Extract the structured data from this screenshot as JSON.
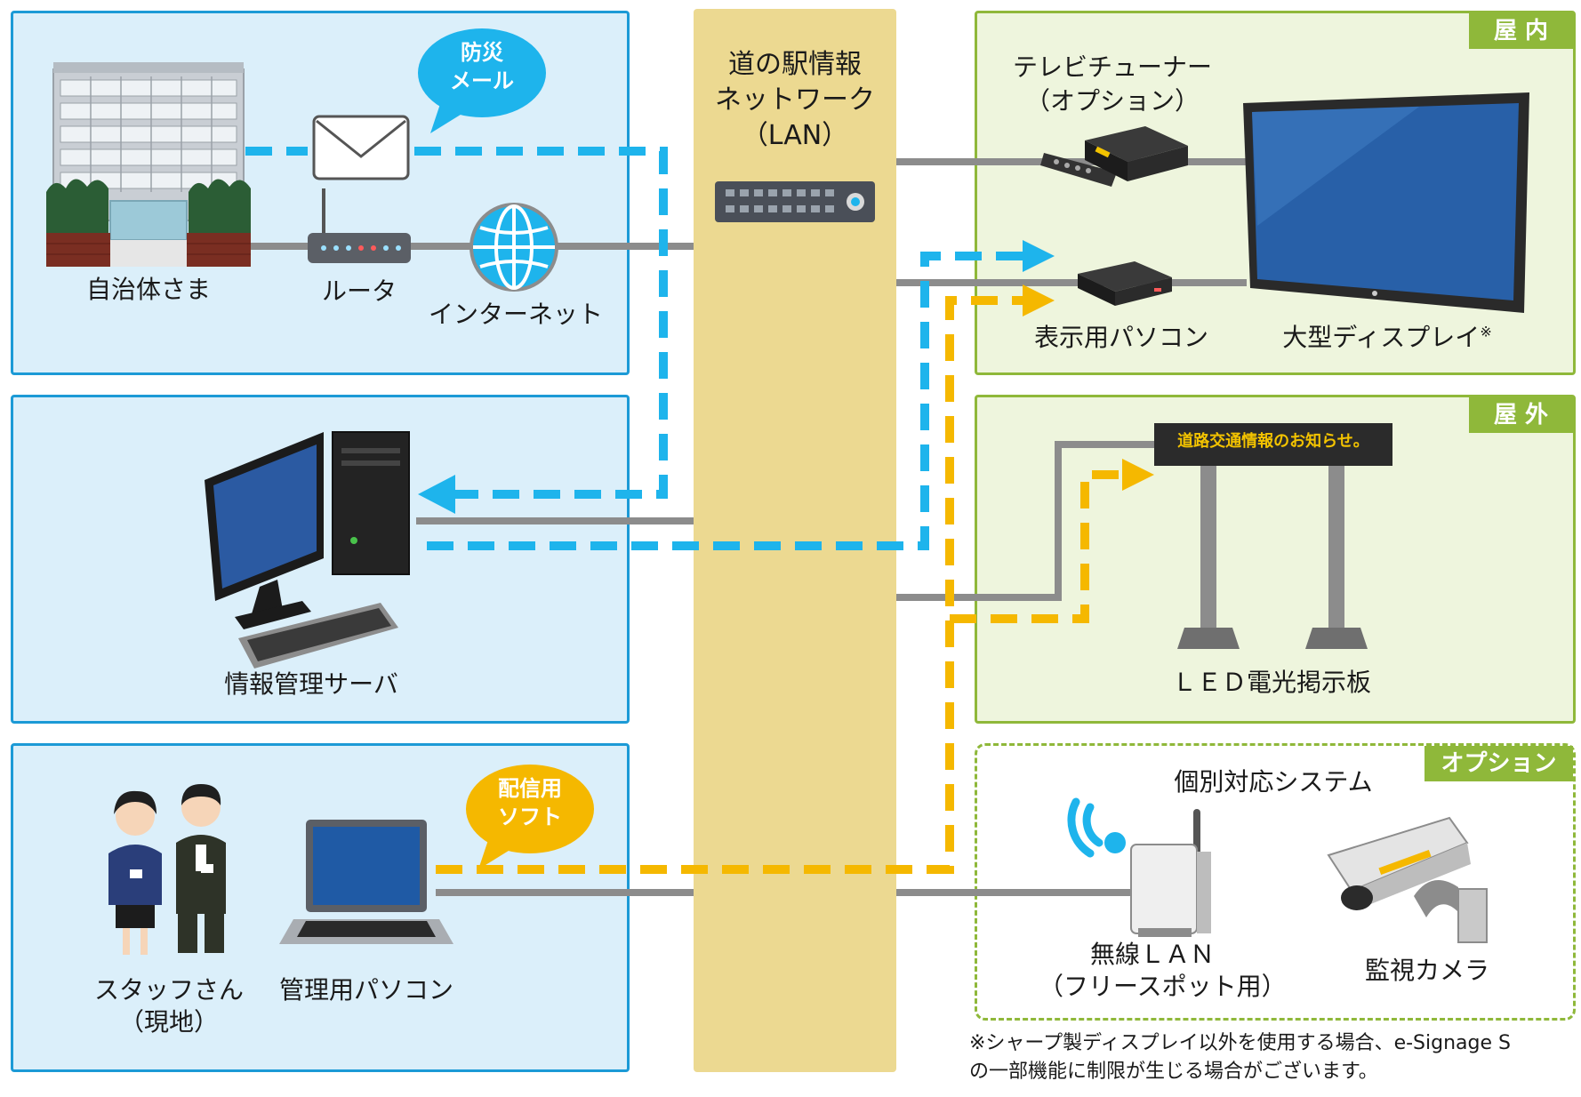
{
  "colors": {
    "left_panel_fill": "#dbeffa",
    "left_panel_border": "#1c9ad6",
    "right_panel_fill": "#eef5dd",
    "right_panel_border": "#8fb83a",
    "tag_fill": "#8fb83a",
    "lan_column": "#ecd991",
    "gray_line": "#8c8c8c",
    "blue_dash": "#1eb4ec",
    "orange_dash": "#f5b800",
    "bubble_blue": "#1eb4ec",
    "bubble_orange": "#f5b800",
    "led_text": "#f3c300"
  },
  "network": {
    "lan_title": [
      "道の駅情報",
      "ネットワーク",
      "（LAN）"
    ]
  },
  "left": {
    "municipality": {
      "label": "自治体さま",
      "router": "ルータ",
      "internet": "インターネット",
      "bubble": [
        "防災",
        "メール"
      ]
    },
    "server": {
      "label": "情報管理サーバ"
    },
    "staff": {
      "staff_label": [
        "スタッフさん",
        "（現地）"
      ],
      "pc_label": "管理用パソコン",
      "bubble": [
        "配信用",
        "ソフト"
      ]
    }
  },
  "right": {
    "indoor": {
      "tag": "屋 内",
      "tuner": [
        "テレビチューナー",
        "（オプション）"
      ],
      "display_pc": "表示用パソコン",
      "display": "大型ディスプレイ",
      "display_mark": "※"
    },
    "outdoor": {
      "tag": "屋 外",
      "led_text": "道路交通情報のお知らせ。",
      "label": "ＬＥＤ電光掲示板"
    },
    "option": {
      "tag": "オプション",
      "title": "個別対応システム",
      "wifi": [
        "無線ＬＡＮ",
        "（フリースポット用）"
      ],
      "camera": "監視カメラ"
    }
  },
  "footnote": [
    "※シャープ製ディスプレイ以外を使用する場合、e-Signage S",
    "の一部機能に制限が生じる場合がございます。"
  ],
  "icons": [
    "office-building-icon",
    "mail-envelope-icon",
    "router-icon",
    "globe-icon",
    "network-switch-icon",
    "desktop-server-icon",
    "staff-people-icon",
    "laptop-icon",
    "tv-tuner-icon",
    "remote-control-icon",
    "mini-pc-icon",
    "large-display-icon",
    "led-signboard-icon",
    "wifi-signal-icon",
    "wireless-access-point-icon",
    "security-camera-icon"
  ]
}
